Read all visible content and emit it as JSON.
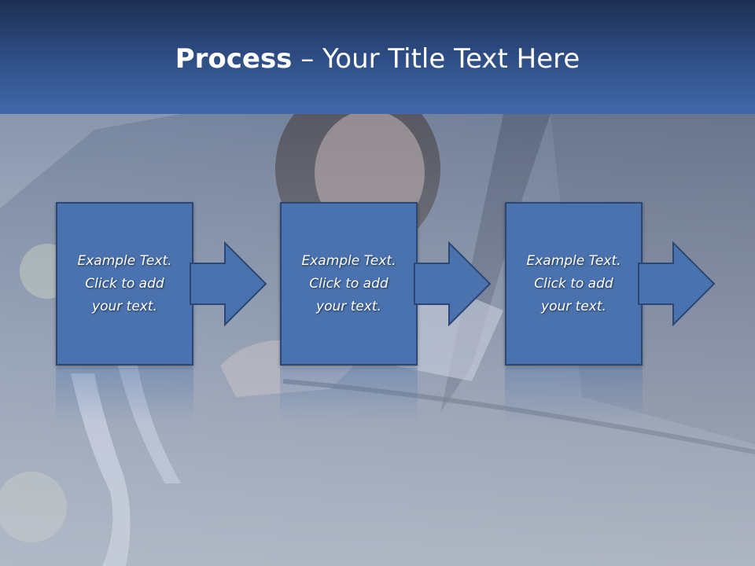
{
  "title": {
    "bold": "Process",
    "rest": " – Your Title Text Here"
  },
  "steps": [
    {
      "lines": [
        "Example Text.",
        "Click  to add",
        "your text."
      ]
    },
    {
      "lines": [
        "Example Text.",
        "Click  to add",
        "your text."
      ]
    },
    {
      "lines": [
        "Example Text.",
        "Click  to add",
        "your text."
      ]
    }
  ],
  "colors": {
    "title_bar_top": "#1d2f52",
    "title_bar_bottom": "#4169aa",
    "box_fill": "#4a72ae",
    "box_border": "#2a4776",
    "text": "#ffffff"
  },
  "icons": [
    "right-arrow-icon"
  ]
}
